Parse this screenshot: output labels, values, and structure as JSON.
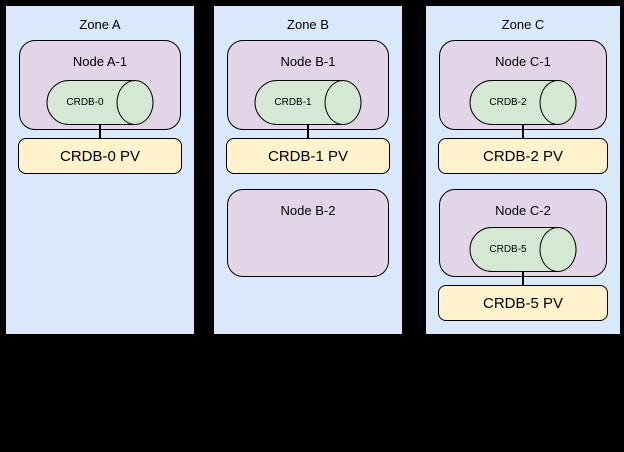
{
  "colors": {
    "background": "#000000",
    "zone-fill": "#dae8fc",
    "node-fill": "#e1d5e7",
    "pod-fill": "#d5e8d4",
    "pv-fill": "#fff2cc",
    "border": "#000000",
    "text": "#000000"
  },
  "zones": [
    {
      "label": "Zone A",
      "nodes": [
        {
          "label": "Node A-1",
          "pod": "CRDB-0",
          "pv": "CRDB-0 PV"
        }
      ]
    },
    {
      "label": "Zone B",
      "nodes": [
        {
          "label": "Node B-1",
          "pod": "CRDB-1",
          "pv": "CRDB-1 PV"
        },
        {
          "label": "Node B-2"
        }
      ]
    },
    {
      "label": "Zone C",
      "nodes": [
        {
          "label": "Node C-1",
          "pod": "CRDB-2",
          "pv": "CRDB-2 PV"
        },
        {
          "label": "Node C-2",
          "pod": "CRDB-5",
          "pv": "CRDB-5 PV"
        }
      ]
    }
  ]
}
